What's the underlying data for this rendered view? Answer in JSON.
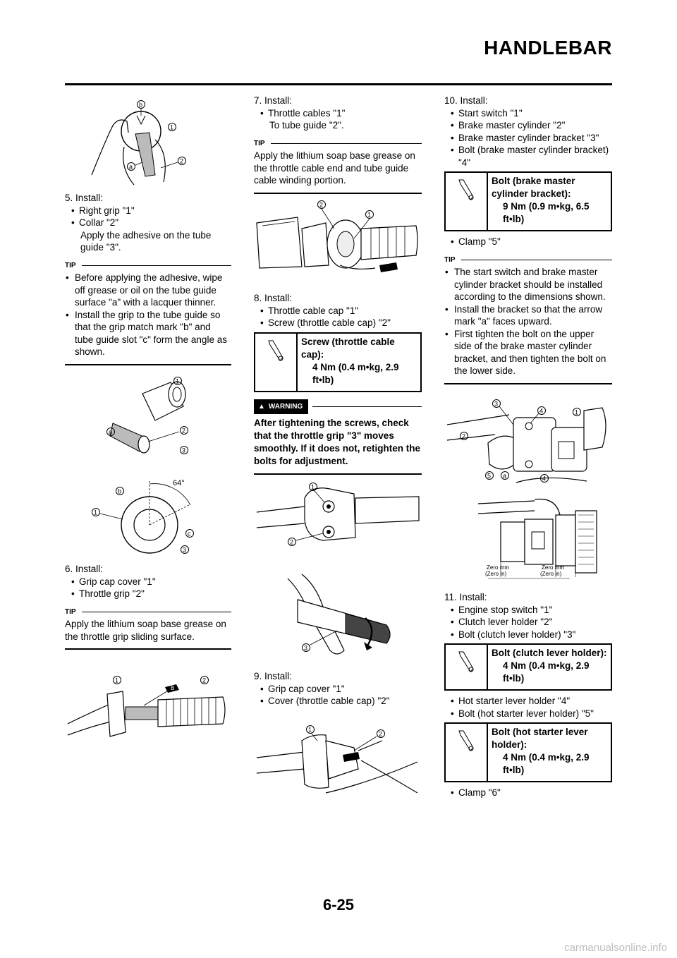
{
  "header": {
    "title": "HANDLEBAR"
  },
  "col1": {
    "s5_step": "5. Install:",
    "s5_b1": "Right grip \"1\"",
    "s5_b2": "Collar \"2\"",
    "s5_sub": "Apply the adhesive on the tube guide \"3\".",
    "tip_label": "TIP",
    "tip1_b1": "Before applying the adhesive, wipe off grease or oil on the tube guide surface \"a\" with a lacquer thinner.",
    "tip1_b2": "Install the grip to the tube guide so that the grip match mark \"b\" and tube guide slot \"c\" form the angle as shown.",
    "s6_step": "6. Install:",
    "s6_b1": "Grip cap cover \"1\"",
    "s6_b2": "Throttle grip \"2\"",
    "tip2_text": "Apply the lithium soap base grease on the throttle grip sliding surface."
  },
  "col2": {
    "s7_step": "7. Install:",
    "s7_b1": "Throttle cables \"1\"",
    "s7_sub": "To tube guide \"2\".",
    "tip_label": "TIP",
    "tip_text": "Apply the lithium soap base grease on the throttle cable end and tube guide cable winding portion.",
    "s8_step": "8. Install:",
    "s8_b1": "Throttle cable cap \"1\"",
    "s8_b2": "Screw (throttle cable cap) \"2\"",
    "spec_name": "Screw (throttle cable cap):",
    "spec_value": "4 Nm (0.4 m•kg, 2.9 ft•lb)",
    "warning_label": "WARNING",
    "warning_text": "After tightening the screws, check that the throttle grip \"3\" moves smoothly. If it does not, retighten the bolts for adjustment.",
    "s9_step": "9. Install:",
    "s9_b1": "Grip cap cover \"1\"",
    "s9_b2": "Cover (throttle cable cap) \"2\""
  },
  "col3": {
    "s10_step": "10. Install:",
    "s10_b1": "Start switch \"1\"",
    "s10_b2": "Brake master cylinder \"2\"",
    "s10_b3": "Brake master cylinder bracket \"3\"",
    "s10_b4": "Bolt (brake master cylinder bracket) \"4\"",
    "spec1_name": "Bolt (brake master cylinder bracket):",
    "spec1_value": "9 Nm (0.9 m•kg, 6.5 ft•lb)",
    "s10_b5": "Clamp \"5\"",
    "tip_label": "TIP",
    "tip_b1": "The start switch and brake master cylinder bracket should be installed according to the dimensions shown.",
    "tip_b2": "Install the bracket so that the arrow mark \"a\" faces upward.",
    "tip_b3": "First tighten the bolt on the upper side of the brake master cylinder bracket, and then tighten the bolt on the lower side.",
    "zero1a": "Zero mm",
    "zero1b": "(Zero in)",
    "zero2a": "Zero mm",
    "zero2b": "(Zero in)",
    "s11_step": "11. Install:",
    "s11_b1": "Engine stop switch \"1\"",
    "s11_b2": "Clutch lever holder \"2\"",
    "s11_b3": "Bolt (clutch lever holder) \"3\"",
    "spec2_name": "Bolt (clutch lever holder):",
    "spec2_value": "4 Nm (0.4 m•kg, 2.9 ft•lb)",
    "s11_b4": "Hot starter lever holder \"4\"",
    "s11_b5": "Bolt (hot starter lever holder) \"5\"",
    "spec3_name": "Bolt (hot starter lever holder):",
    "spec3_value": "4 Nm (0.4 m•kg, 2.9 ft•lb)",
    "s11_b6": "Clamp \"6\""
  },
  "figures": {
    "angle_label": "64°",
    "grease_mark": "B"
  },
  "footer": {
    "page_number": "6-25",
    "watermark": "carmanualsonline.info"
  }
}
